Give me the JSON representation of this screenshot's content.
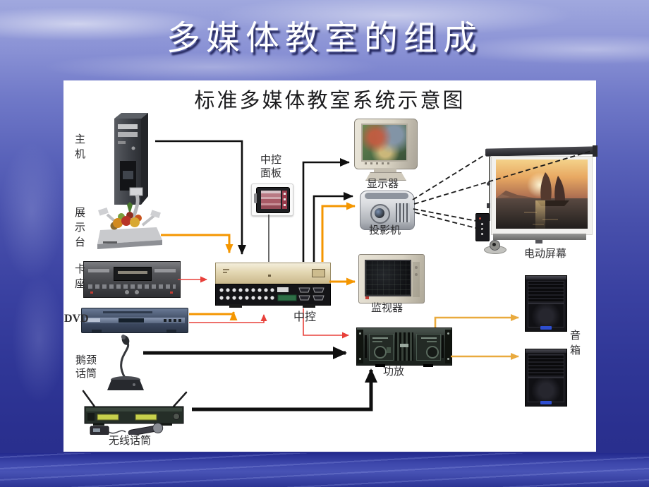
{
  "slide": {
    "title": "多媒体教室的组成"
  },
  "diagram": {
    "title": "标准多媒体教室系统示意图",
    "devices": {
      "host": "主机",
      "presenter": "展示台",
      "cassette_deck": "卡座",
      "dvd": "DVD",
      "gooseneck_mic": "鹅颈话筒",
      "wireless_mic": "无线话筒",
      "control_panel": "中控面板",
      "central_controller": "中控",
      "display": "显示器",
      "projector": "投影机",
      "monitor": "监视器",
      "amplifier": "功放",
      "motor_screen": "电动屏幕",
      "speakers": "音箱"
    },
    "connection_colors": {
      "control_black": "#0f0f0f",
      "video_orange": "#f49600",
      "audio_red": "#e8403a",
      "speaker_gold": "#e9aa3e"
    },
    "connections": [
      {
        "from": "主机",
        "to": "中控",
        "color": "black"
      },
      {
        "from": "展示台",
        "to": "中控",
        "color": "orange"
      },
      {
        "from": "中控面板",
        "to": "中控",
        "color": "black"
      },
      {
        "from": "卡座",
        "to": "中控",
        "color": "red"
      },
      {
        "from": "DVD",
        "to": "中控",
        "color": "orange"
      },
      {
        "from": "DVD",
        "to": "中控",
        "color": "red"
      },
      {
        "from": "中控",
        "to": "显示器",
        "color": "black"
      },
      {
        "from": "中控",
        "to": "投影机",
        "color": "black"
      },
      {
        "from": "中控",
        "to": "投影机",
        "color": "orange"
      },
      {
        "from": "中控",
        "to": "监视器",
        "color": "orange"
      },
      {
        "from": "中控",
        "to": "功放",
        "color": "red"
      },
      {
        "from": "鹅颈话筒",
        "to": "功放",
        "color": "black"
      },
      {
        "from": "无线话筒",
        "to": "功放",
        "color": "black"
      },
      {
        "from": "功放",
        "to": "音箱(上)",
        "color": "gold"
      },
      {
        "from": "功放",
        "to": "音箱(下)",
        "color": "gold"
      },
      {
        "from": "投影机",
        "to": "电动屏幕",
        "color": "dashed"
      }
    ]
  }
}
